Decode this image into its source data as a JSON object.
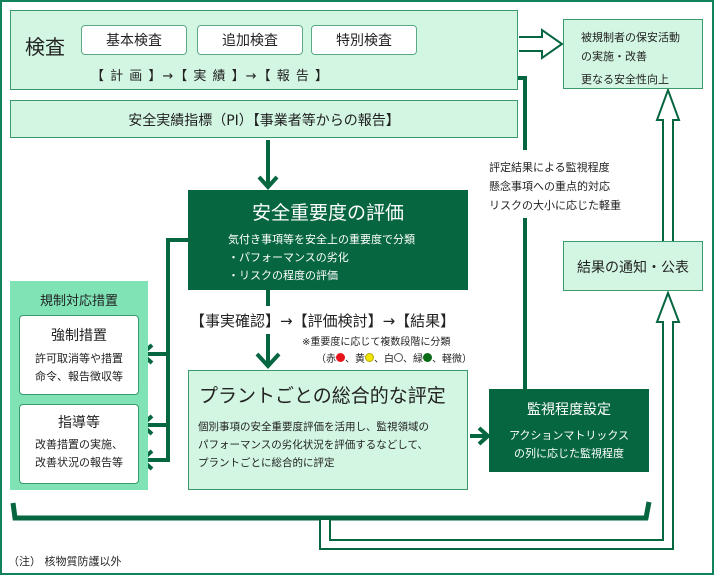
{
  "inspection": {
    "title": "検査",
    "buttons": [
      "基本検査",
      "追加検査",
      "特別検査"
    ],
    "flow": "【 計 画 】→【 実 績 】→【 報 告 】"
  },
  "pi": {
    "label": "安全実績指標（PI）【事業者等からの報告】"
  },
  "evaluation": {
    "title": "安全重要度の評価",
    "lines": [
      "気付き事項等を安全上の重要度で分類",
      "・パフォーマンスの劣化",
      "・リスクの程度の評価"
    ]
  },
  "process": {
    "flow": "【事実確認】→【評価検討】→【結果】",
    "note": "※重要度に応じて複数段階に分類",
    "levels": [
      {
        "label": "（赤",
        "color": "#e8141b"
      },
      {
        "label": "、黄",
        "color": "#f2e600"
      },
      {
        "label": "、白",
        "color": "#ffffff"
      },
      {
        "label": "、緑",
        "color": "#0a6b16"
      }
    ],
    "levels_end": "、軽微）"
  },
  "plant": {
    "title": "プラントごとの総合的な評定",
    "lines": [
      "個別事項の安全重要度評価を活用し、監視領域の",
      "パフォーマンスの劣化状況を評価するなどして、",
      "プラントごとに総合的に評定"
    ]
  },
  "monitoring": {
    "title": "監視程度設定",
    "lines": [
      "アクションマトリックス",
      "の列に応じた監視程度"
    ]
  },
  "regulatory": {
    "title": "規制対応措置",
    "enforcement": {
      "title": "強制措置",
      "lines": [
        "許可取消等や措置",
        "命令、報告徴収等"
      ]
    },
    "guidance": {
      "title": "指導等",
      "lines": [
        "改善措置の実施、",
        "改善状況の報告等"
      ]
    }
  },
  "licensee": {
    "lines": [
      "被規制者の保安活動",
      "の実施・改善",
      "更なる安全性向上"
    ]
  },
  "feedback": {
    "lines": [
      "評定結果による監視程度",
      "懸念事項への重点的対応",
      "リスクの大小に応じた軽重"
    ]
  },
  "publication": {
    "label": "結果の通知・公表"
  },
  "footnote": "（注） 核物質防護以外",
  "colors": {
    "dark": "#066640",
    "light": "#d3f6e3",
    "medium": "#7fe3b5"
  }
}
